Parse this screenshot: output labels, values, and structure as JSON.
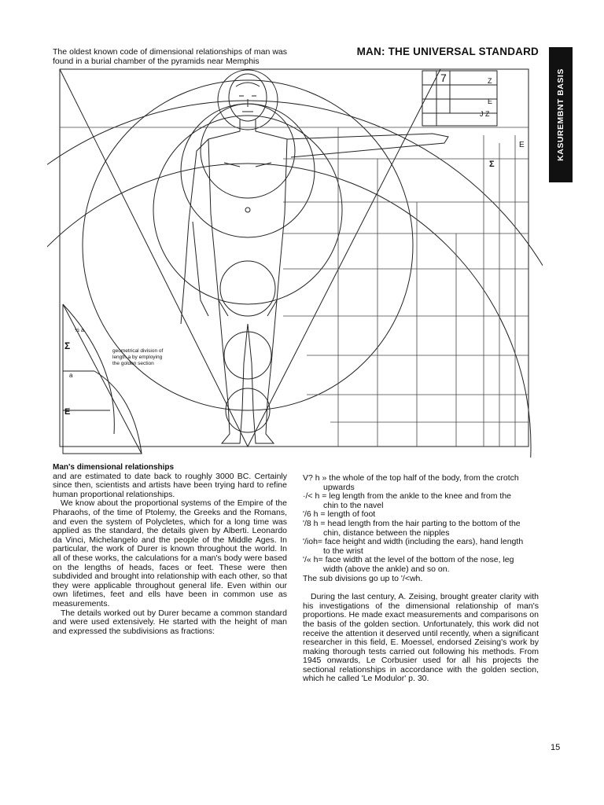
{
  "header": {
    "intro": "The oldest known code of dimensional relationships of man was found in a burial chamber of the pyramids near Memphis",
    "title": "MAN: THE UNIVERSAL STANDARD",
    "side_tab": "KASUREMBNT BASIS"
  },
  "figure": {
    "caption": [
      "geometrical division of",
      "length a by employing",
      "the golden section"
    ],
    "small_labels": {
      "sigma": "Σ",
      "e": "E",
      "a": "a",
      "half": "½",
      "half_a": "a"
    },
    "box_labels": {
      "seven": "7",
      "z": "Z",
      "e": "E",
      "jz": "J Z"
    },
    "right_sigma": "Σ",
    "right_e": "E"
  },
  "body": {
    "subhead": "Man's dimensional relationships",
    "left_p1": "and are estimated to date back to roughly 3000 BC. Certainly since then, scientists and artists have been trying hard to refine human proportional relationships.",
    "left_p2": "We know about the proportional systems of the Empire of the Pharaohs, of the time of Ptolemy, the Greeks and the Romans, and even the system of Polycletes, which for a long time was applied as the standard, the details given by Alberti. Leonardo da Vinci, Michelangelo and the people of the Middle Ages. In particular, the work of Durer is known throughout the world. In all of these works, the calculations for a man's body were based on the lengths of heads, faces or feet. These were then subdivided and brought into relationship with each other, so that they were applicable throughout general life. Even within our own lifetimes, feet and ells have been in common use as measurements.",
    "left_p3": "The details worked out by Durer became a common standard and were used extensively. He started with the height of man and expressed the subdivisions as fractions:",
    "fractions": [
      {
        "lead": "V? h » the whole of the top half of the body, from the crotch",
        "cont": "upwards"
      },
      {
        "lead": "·/< h = leg length from the ankle to the knee and from the",
        "cont": "chin to the navel"
      },
      {
        "lead": "'/6 h = length of foot",
        "cont": ""
      },
      {
        "lead": "'/8 h = head length from the hair parting to the bottom of the",
        "cont": "chin, distance between the nipples"
      },
      {
        "lead": "'/ioh= face height and width (including the ears), hand length",
        "cont": "to the wrist"
      },
      {
        "lead": "'/« h= face width at the level of the bottom of the nose, leg",
        "cont": "width (above the ankle) and so on."
      }
    ],
    "subdiv": "The sub divisions go up to '/<wh.",
    "right_p": "During the last century, A. Zeising, brought greater clarity with his investigations of the dimensional relationship of man's proportions. He made exact measurements and comparisons on the basis of the golden section. Unfortunately, this work did not receive the attention it deserved until recently, when a significant researcher in this field, E. Moessel, endorsed Zeising's work by making thorough tests carried out following his methods. From 1945 onwards, Le Corbusier used for all his projects the sectional relationships in accordance with the golden section, which he called 'Le Modulor' p. 30."
  },
  "footer": {
    "page_number": "15"
  }
}
